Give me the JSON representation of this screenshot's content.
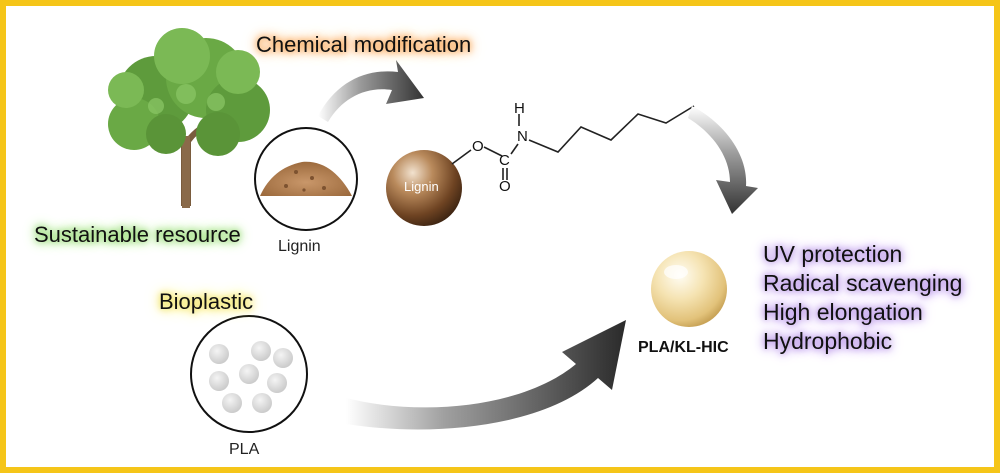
{
  "labels": {
    "chemical_modification": "Chemical modification",
    "sustainable_resource": "Sustainable resource",
    "lignin_powder": "Lignin",
    "lignin_sphere": "Lignin",
    "bioplastic": "Bioplastic",
    "pla": "PLA",
    "composite": "PLA/KL-HIC"
  },
  "molecule": {
    "o_link": "O",
    "c": "C",
    "o_double": "O",
    "n": "N",
    "h": "H"
  },
  "properties": [
    "UV protection",
    "Radical scavenging",
    "High elongation",
    "Hydrophobic"
  ],
  "colors": {
    "frame": "#f5c518",
    "glow_chemical": "#f7a04a",
    "glow_sustainable": "#8fd96a",
    "glow_bioplastic": "#f1e35a",
    "glow_properties": "#b48ee6"
  },
  "icons": [
    "tree-icon",
    "lignin-powder-icon",
    "lignin-sphere-icon",
    "pla-pellets-icon",
    "composite-sphere-icon",
    "curved-arrow-icon"
  ]
}
